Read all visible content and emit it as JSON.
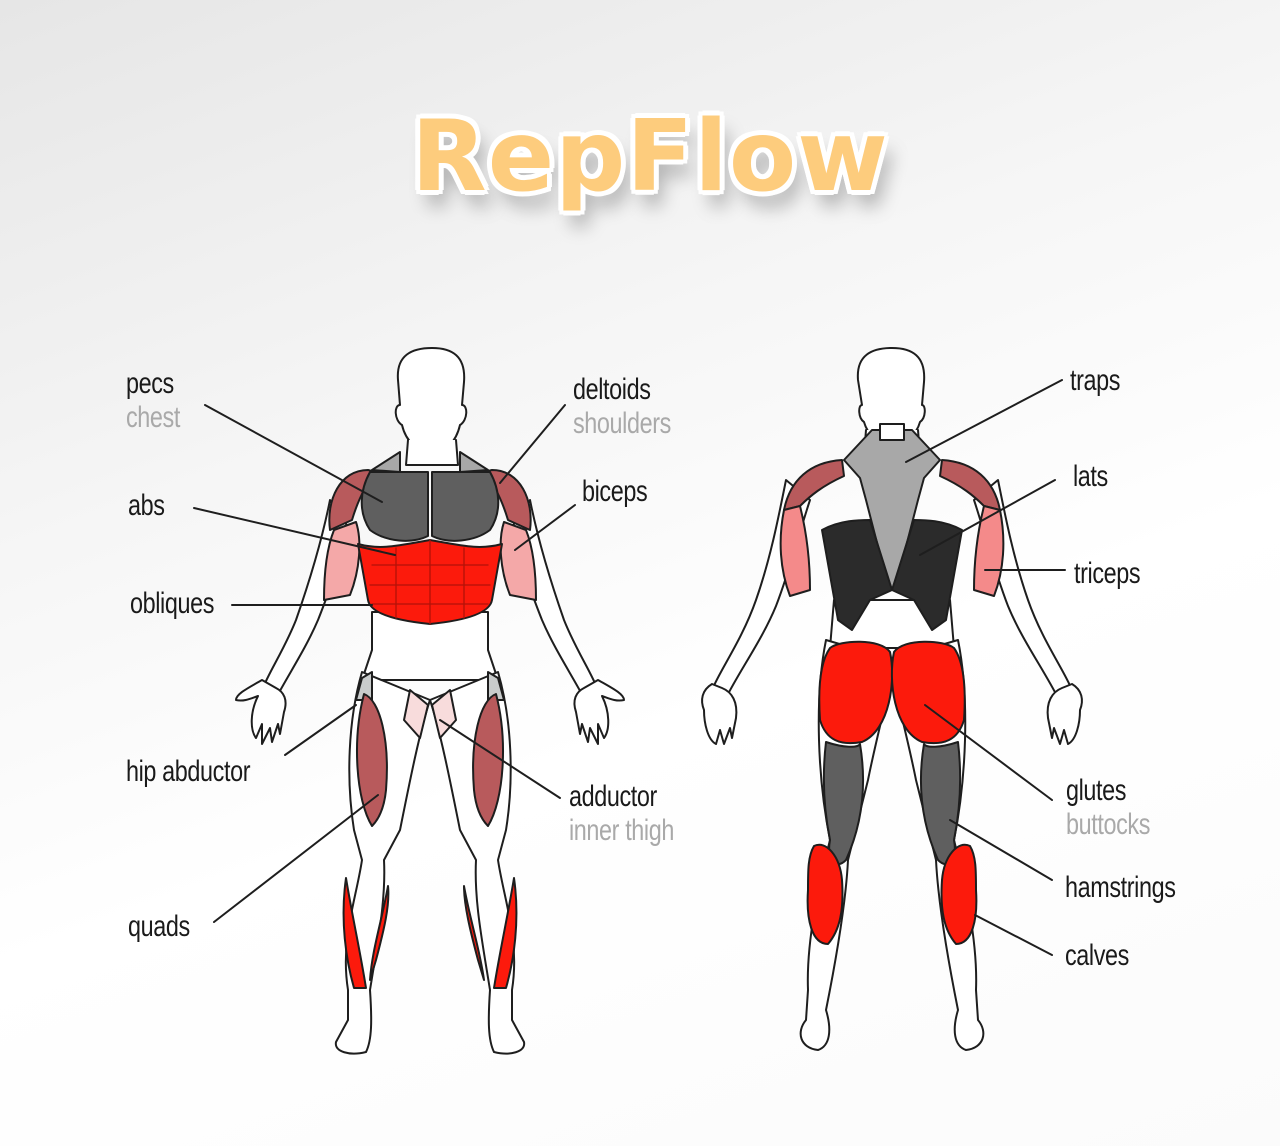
{
  "header": {
    "title": "RepFlow"
  },
  "colors": {
    "title": "#fdcc7d",
    "red_muscle": "#fc1a0c",
    "dark_red_muscle": "#b85a5c",
    "pink_muscle": "#f4a8a8",
    "dark_gray_muscle": "#5f5f5f",
    "light_gray_muscle": "#a8a8a8",
    "black_muscle": "#2b2b2b",
    "outline": "#1e1e1e",
    "label": "#1a1a1a",
    "sublabel": "#a9a9a9"
  },
  "front_view": {
    "labels": [
      {
        "id": "pecs",
        "name": "pecs",
        "sub": "chest"
      },
      {
        "id": "abs",
        "name": "abs",
        "sub": ""
      },
      {
        "id": "obliques",
        "name": "obliques",
        "sub": ""
      },
      {
        "id": "hip_abductor",
        "name": "hip abductor",
        "sub": ""
      },
      {
        "id": "quads",
        "name": "quads",
        "sub": ""
      },
      {
        "id": "deltoids",
        "name": "deltoids",
        "sub": "shoulders"
      },
      {
        "id": "biceps",
        "name": "biceps",
        "sub": ""
      },
      {
        "id": "adductor",
        "name": "adductor",
        "sub": "inner thigh"
      }
    ]
  },
  "back_view": {
    "labels": [
      {
        "id": "traps",
        "name": "traps",
        "sub": ""
      },
      {
        "id": "lats",
        "name": "lats",
        "sub": ""
      },
      {
        "id": "triceps",
        "name": "triceps",
        "sub": ""
      },
      {
        "id": "glutes",
        "name": "glutes",
        "sub": "buttocks"
      },
      {
        "id": "hamstrings",
        "name": "hamstrings",
        "sub": ""
      },
      {
        "id": "calves",
        "name": "calves",
        "sub": ""
      }
    ]
  }
}
